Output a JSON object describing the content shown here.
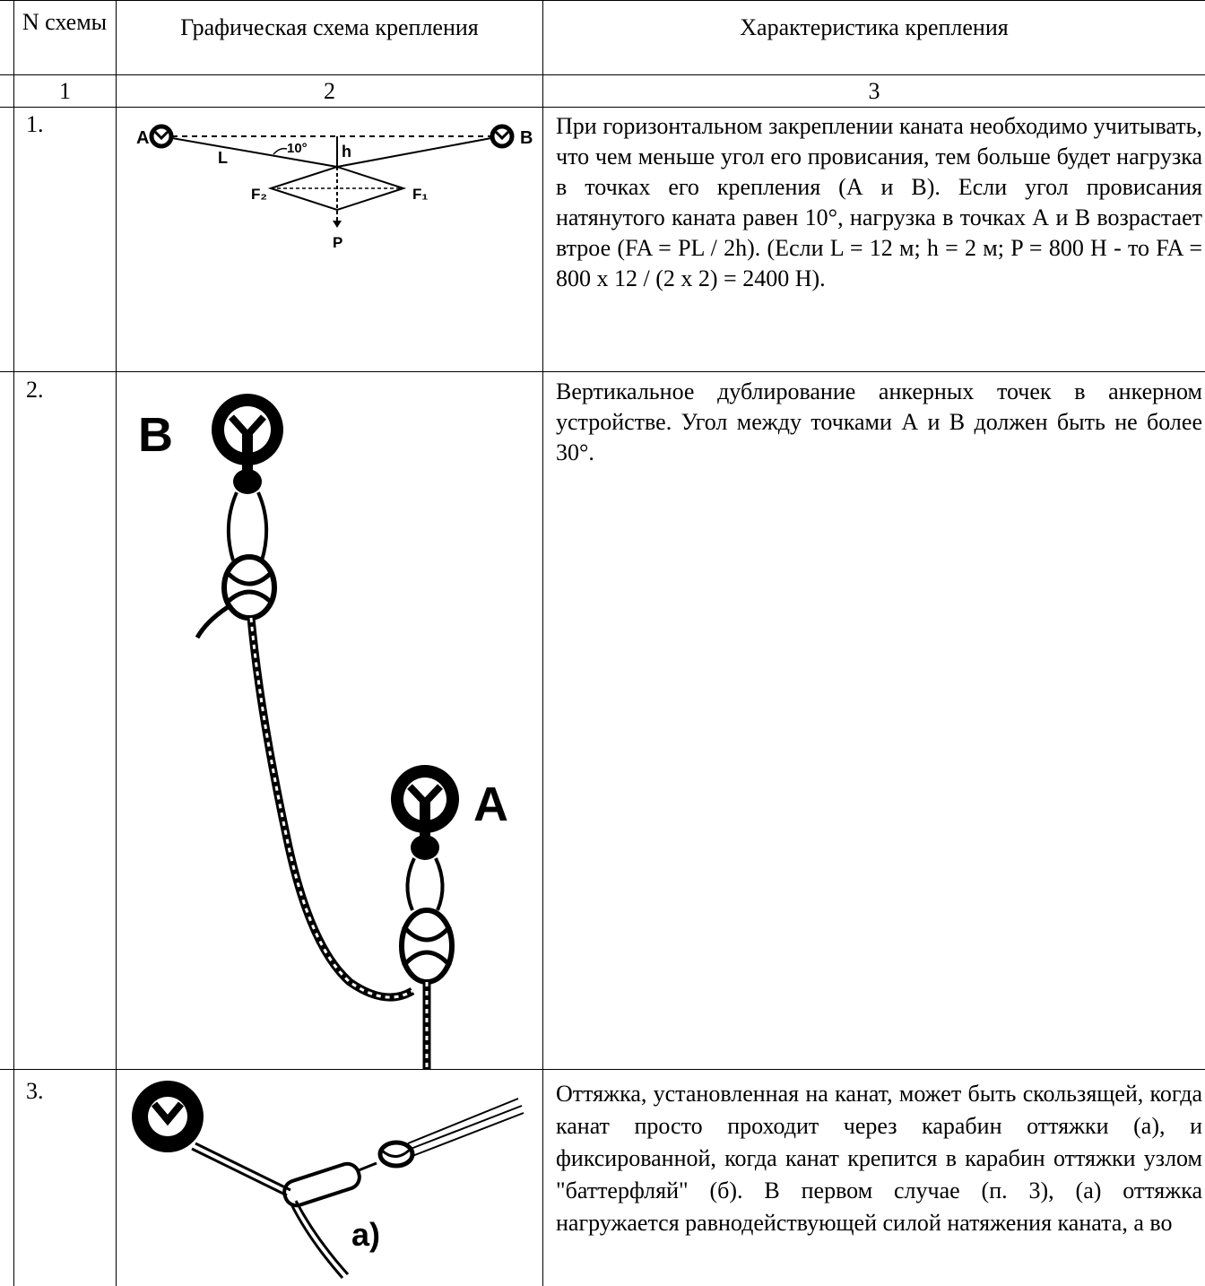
{
  "header": {
    "col1": "N схемы",
    "col2": "Графическая схема крепления",
    "col3": "Характеристика крепления"
  },
  "numbering": {
    "c1": "1",
    "c2": "2",
    "c3": "3"
  },
  "rows": [
    {
      "num": "1.",
      "text": "При горизонтальном закреплении каната необходимо учитывать, что чем меньше угол его провисания, тем больше будет нагрузка в точках его крепления (А и В). Если угол провисания натянутого каната равен 10°, нагрузка в точках А и В возрастает втрое (FA = PL / 2h). (Если L = 12 м; h = 2 м; P = 800 Н - то FA = 800 x 12 / (2 x 2) = 2400 Н).",
      "figure_labels": {
        "a": "A",
        "b": "B",
        "l": "L",
        "angle": "10°",
        "h": "h",
        "f2": "F₂",
        "f1": "F₁",
        "p": "P"
      }
    },
    {
      "num": "2.",
      "text": "Вертикальное дублирование анкерных точек в анкерном устройстве. Угол между точками А и В должен быть не более 30°.",
      "figure_labels": {
        "b": "B",
        "a": "A"
      }
    },
    {
      "num": "3.",
      "text": "Оттяжка, установленная на канат, может быть скользящей, когда канат просто проходит через карабин оттяжки (а), и фиксированной, когда канат крепится в карабин оттяжки узлом \"баттерфляй\" (б). В первом случае (п. 3), (а) оттяжка нагружается равнодействующей силой натяжения каната, а во",
      "figure_labels": {
        "a": "a)"
      }
    }
  ]
}
